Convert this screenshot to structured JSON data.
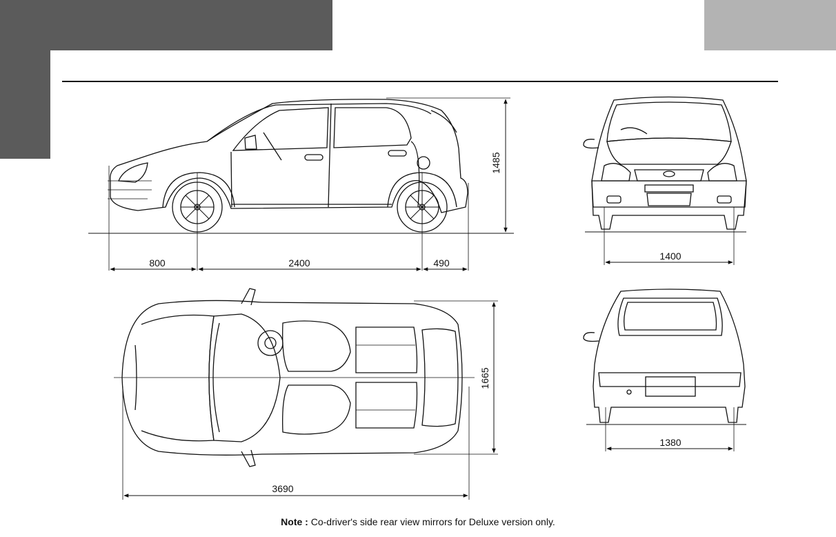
{
  "dimensions": {
    "front_overhang": "800",
    "wheelbase": "2400",
    "rear_overhang": "490",
    "height": "1485",
    "front_track": "1400",
    "width": "1665",
    "rear_track": "1380",
    "overall_length": "3690"
  },
  "note": {
    "label": "Note :",
    "text": " Co-driver's side rear view mirrors for Deluxe version only."
  },
  "colors": {
    "dark_tab": "#5b5b5b",
    "light_tab": "#b3b3b3",
    "line": "#111111"
  }
}
